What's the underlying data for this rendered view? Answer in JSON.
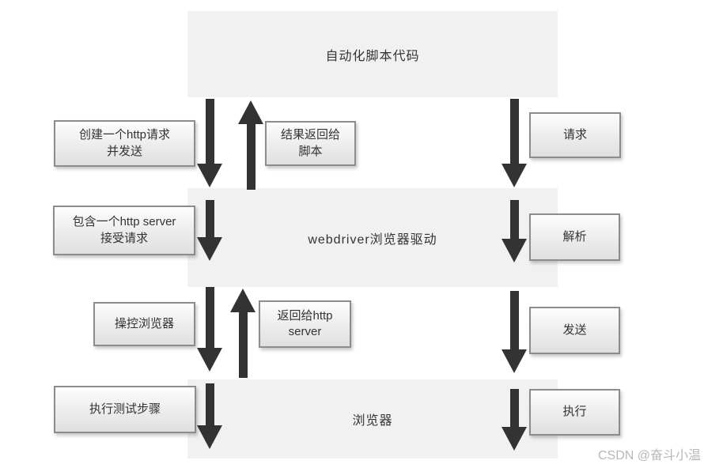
{
  "layers": {
    "script_code": "自动化脚本代码",
    "webdriver": "webdriver浏览器驱动",
    "browser": "浏览器"
  },
  "labels": {
    "create_http_request": "创建一个http请求\n并发送",
    "result_return_script": "结果返回给\n脚本",
    "request": "请求",
    "contains_http_server": "包含一个http server\n接受请求",
    "parse": "解析",
    "control_browser": "操控浏览器",
    "return_http_server": "返回给http\nserver",
    "send": "发送",
    "execute_test_steps": "执行测试步骤",
    "execute": "执行"
  },
  "watermark": "CSDN @奋斗小温",
  "icons": {
    "down_arrow": "down-arrow-icon",
    "up_arrow": "up-arrow-icon"
  },
  "colors": {
    "layer_bg": "#f1f1f1",
    "label_border": "#8c8c8c",
    "arrow": "#333333",
    "text": "#333333",
    "watermark": "#b8b8b8"
  }
}
